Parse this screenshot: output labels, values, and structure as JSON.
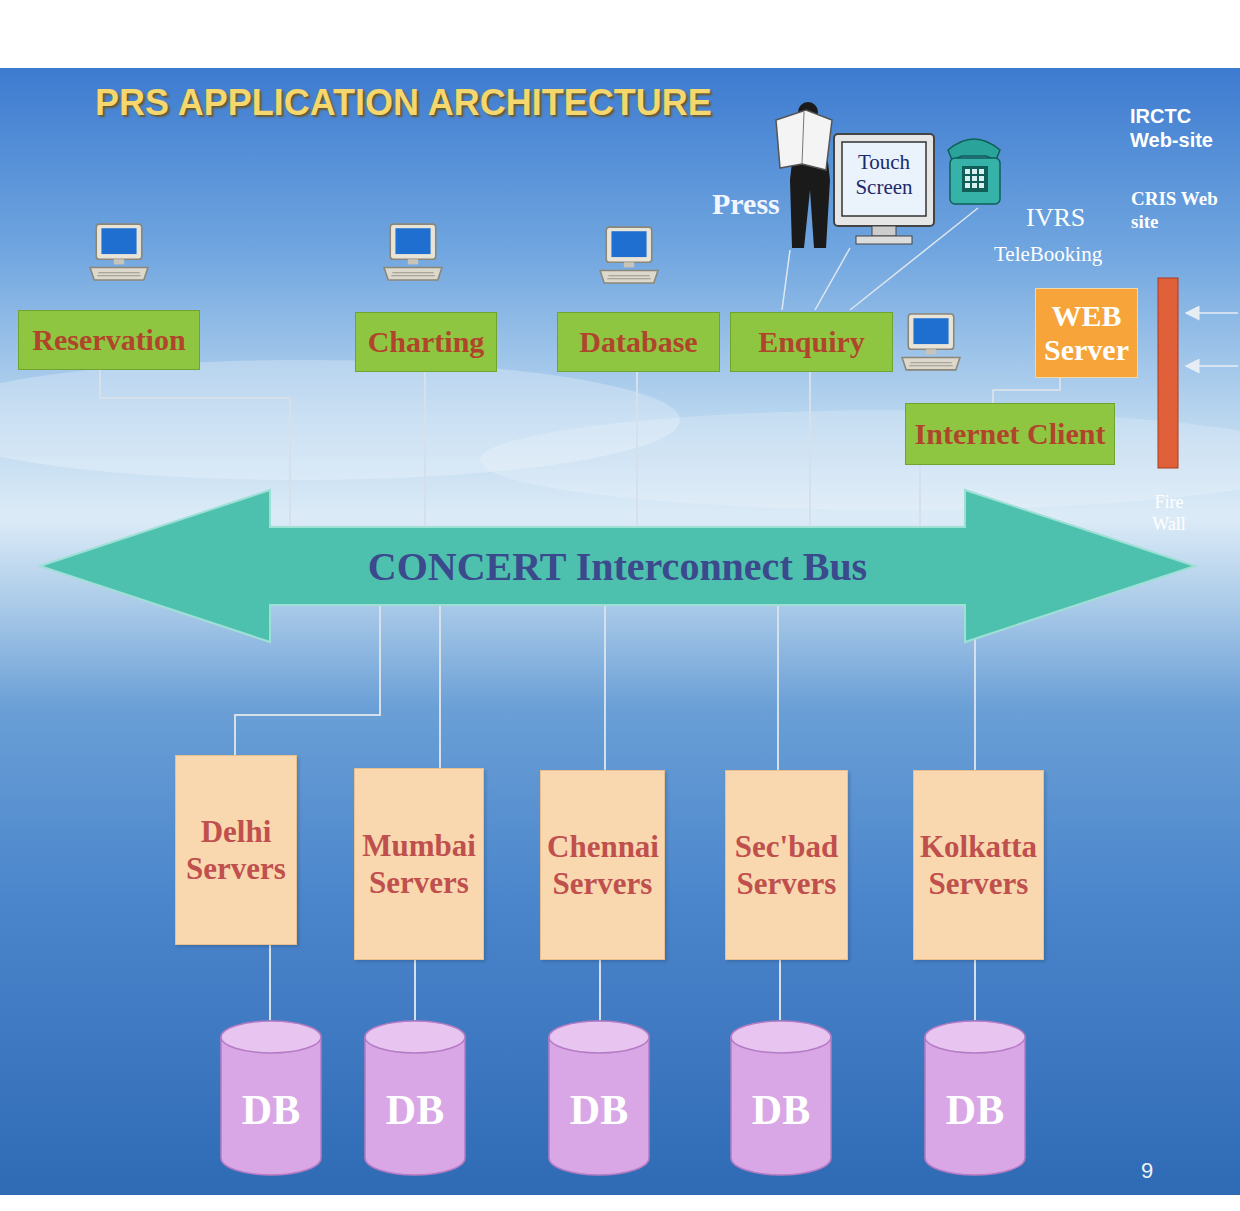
{
  "diagram": {
    "title": "PRS APPLICATION ARCHITECTURE",
    "nodes": [
      {
        "text": [
          "Reservation"
        ]
      },
      {
        "text": [
          "Charting"
        ]
      },
      {
        "text": [
          "Database"
        ]
      },
      {
        "text": [
          "Enquiry"
        ]
      },
      {
        "text": [
          "WEB Server"
        ]
      },
      {
        "text": [
          "Internet Client"
        ]
      },
      {
        "text": [
          "CONCERT Interconnect Bus"
        ]
      },
      {
        "text": [
          "Delhi Servers"
        ]
      },
      {
        "text": [
          "Mumbai Servers"
        ]
      },
      {
        "text": [
          "Chennai Servers"
        ]
      },
      {
        "text": [
          "Sec'bad Servers"
        ]
      },
      {
        "text": [
          "Kolkatta Servers"
        ]
      },
      {
        "text": [
          "DB"
        ]
      },
      {
        "text": [
          "DB"
        ]
      },
      {
        "text": [
          "DB"
        ]
      },
      {
        "text": [
          "DB"
        ]
      },
      {
        "text": [
          "DB"
        ]
      }
    ],
    "edges": [
      {
        "from": 0,
        "to": 6,
        "arrow": "none"
      },
      {
        "from": 1,
        "to": 6,
        "arrow": "none"
      },
      {
        "from": 2,
        "to": 6,
        "arrow": "none"
      },
      {
        "from": 3,
        "to": 6,
        "arrow": "none"
      },
      {
        "from": 4,
        "to": 5,
        "arrow": "none"
      },
      {
        "from": 5,
        "to": 6,
        "arrow": "none"
      },
      {
        "from": 6,
        "to": 7,
        "arrow": "none"
      },
      {
        "from": 6,
        "to": 8,
        "arrow": "none"
      },
      {
        "from": 6,
        "to": 9,
        "arrow": "none"
      },
      {
        "from": 6,
        "to": 10,
        "arrow": "none"
      },
      {
        "from": 6,
        "to": 11,
        "arrow": "none"
      },
      {
        "from": 7,
        "to": 12,
        "arrow": "none"
      },
      {
        "from": 8,
        "to": 13,
        "arrow": "none"
      },
      {
        "from": 9,
        "to": 14,
        "arrow": "none"
      },
      {
        "from": 10,
        "to": 15,
        "arrow": "none"
      },
      {
        "from": 11,
        "to": 16,
        "arrow": "none"
      }
    ],
    "labels": [
      "Press",
      "Touch Screen",
      "IVRS",
      "TeleBooking",
      "IRCTC Web-site",
      "CRIS Web site",
      "Fire Wall",
      "9"
    ]
  }
}
